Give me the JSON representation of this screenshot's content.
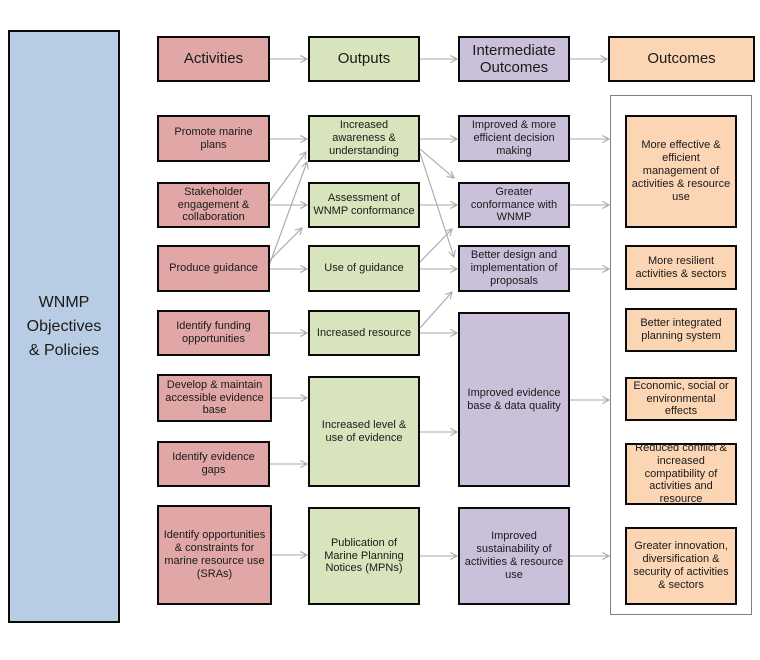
{
  "diagram": {
    "source_box": {
      "id": "wnmp",
      "type": "source",
      "label": "WNMP\nObjectives\n& Policies"
    },
    "headers": [
      {
        "id": "h-activities",
        "type": "activity",
        "label": "Activities"
      },
      {
        "id": "h-outputs",
        "type": "output",
        "label": "Outputs"
      },
      {
        "id": "h-io",
        "type": "intermediate",
        "label": "Intermediate Outcomes"
      },
      {
        "id": "h-outcomes",
        "type": "outcome",
        "label": "Outcomes"
      }
    ],
    "nodes": [
      {
        "id": "promote",
        "type": "activity",
        "label": "Promote marine plans"
      },
      {
        "id": "stakeholder",
        "type": "activity",
        "label": "Stakeholder engagement & collaboration"
      },
      {
        "id": "guidance",
        "type": "activity",
        "label": "Produce guidance"
      },
      {
        "id": "funding",
        "type": "activity",
        "label": "Identify funding opportunities"
      },
      {
        "id": "evbase",
        "type": "activity",
        "label": "Develop & maintain accessible evidence base"
      },
      {
        "id": "evgaps",
        "type": "activity",
        "label": "Identify evidence gaps"
      },
      {
        "id": "sras",
        "type": "activity",
        "label": "Identify opportunities & constraints for marine resource use (SRAs)"
      },
      {
        "id": "awareness",
        "type": "output",
        "label": "Increased awareness & understanding"
      },
      {
        "id": "assessment",
        "type": "output",
        "label": "Assessment of WNMP conformance"
      },
      {
        "id": "useguid",
        "type": "output",
        "label": "Use of guidance"
      },
      {
        "id": "resource",
        "type": "output",
        "label": "Increased resource"
      },
      {
        "id": "evlevel",
        "type": "output",
        "label": "Increased level & use of evidence"
      },
      {
        "id": "mpns",
        "type": "output",
        "label": "Publication of Marine Planning Notices (MPNs)"
      },
      {
        "id": "decision",
        "type": "intermediate",
        "label": "Improved & more efficient decision making"
      },
      {
        "id": "conformance",
        "type": "intermediate",
        "label": "Greater conformance with WNMP"
      },
      {
        "id": "design",
        "type": "intermediate",
        "label": "Better design and implementation of proposals"
      },
      {
        "id": "evquality",
        "type": "intermediate",
        "label": "Improved evidence base & data quality"
      },
      {
        "id": "sustain",
        "type": "intermediate",
        "label": "Improved sustainability of activities & resource use"
      },
      {
        "id": "effective",
        "type": "outcome",
        "label": "More effective & efficient management of activities & resource use"
      },
      {
        "id": "resilient",
        "type": "outcome",
        "label": "More resilient activities & sectors"
      },
      {
        "id": "integrated",
        "type": "outcome",
        "label": "Better integrated planning system"
      },
      {
        "id": "economic",
        "type": "outcome",
        "label": "Economic, social or environmental effects"
      },
      {
        "id": "reduced",
        "type": "outcome",
        "label": "Reduced conflict & increased compatibility of activities and resource"
      },
      {
        "id": "innovation",
        "type": "outcome",
        "label": "Greater innovation, diversification & security of activities & sectors"
      }
    ],
    "edges": [
      {
        "from": "h-activities",
        "to": "h-outputs"
      },
      {
        "from": "h-outputs",
        "to": "h-io"
      },
      {
        "from": "h-io",
        "to": "h-outcomes"
      },
      {
        "from": "promote",
        "to": "awareness"
      },
      {
        "from": "stakeholder",
        "to": "awareness"
      },
      {
        "from": "stakeholder",
        "to": "assessment"
      },
      {
        "from": "guidance",
        "to": "awareness"
      },
      {
        "from": "guidance",
        "to": "assessment"
      },
      {
        "from": "guidance",
        "to": "useguid"
      },
      {
        "from": "funding",
        "to": "resource"
      },
      {
        "from": "evbase",
        "to": "evlevel"
      },
      {
        "from": "evgaps",
        "to": "evlevel"
      },
      {
        "from": "sras",
        "to": "mpns"
      },
      {
        "from": "awareness",
        "to": "decision"
      },
      {
        "from": "awareness",
        "to": "conformance"
      },
      {
        "from": "awareness",
        "to": "design"
      },
      {
        "from": "assessment",
        "to": "conformance"
      },
      {
        "from": "useguid",
        "to": "conformance"
      },
      {
        "from": "useguid",
        "to": "design"
      },
      {
        "from": "resource",
        "to": "evquality"
      },
      {
        "from": "resource",
        "to": "design"
      },
      {
        "from": "evlevel",
        "to": "evquality"
      },
      {
        "from": "mpns",
        "to": "sustain"
      },
      {
        "from": "decision",
        "to": "panel"
      },
      {
        "from": "conformance",
        "to": "panel"
      },
      {
        "from": "design",
        "to": "panel"
      },
      {
        "from": "evquality",
        "to": "panel"
      },
      {
        "from": "sustain",
        "to": "panel"
      }
    ],
    "colors": {
      "source": "#B8CCE4",
      "activity": "#E0A7A6",
      "output": "#D7E4BC",
      "intermediate": "#CBC0DA",
      "outcome": "#FCD5B4",
      "arrow": "#A8A8A8",
      "panel_border": "#7F7F7F",
      "box_border": "#0A0A0A"
    }
  }
}
